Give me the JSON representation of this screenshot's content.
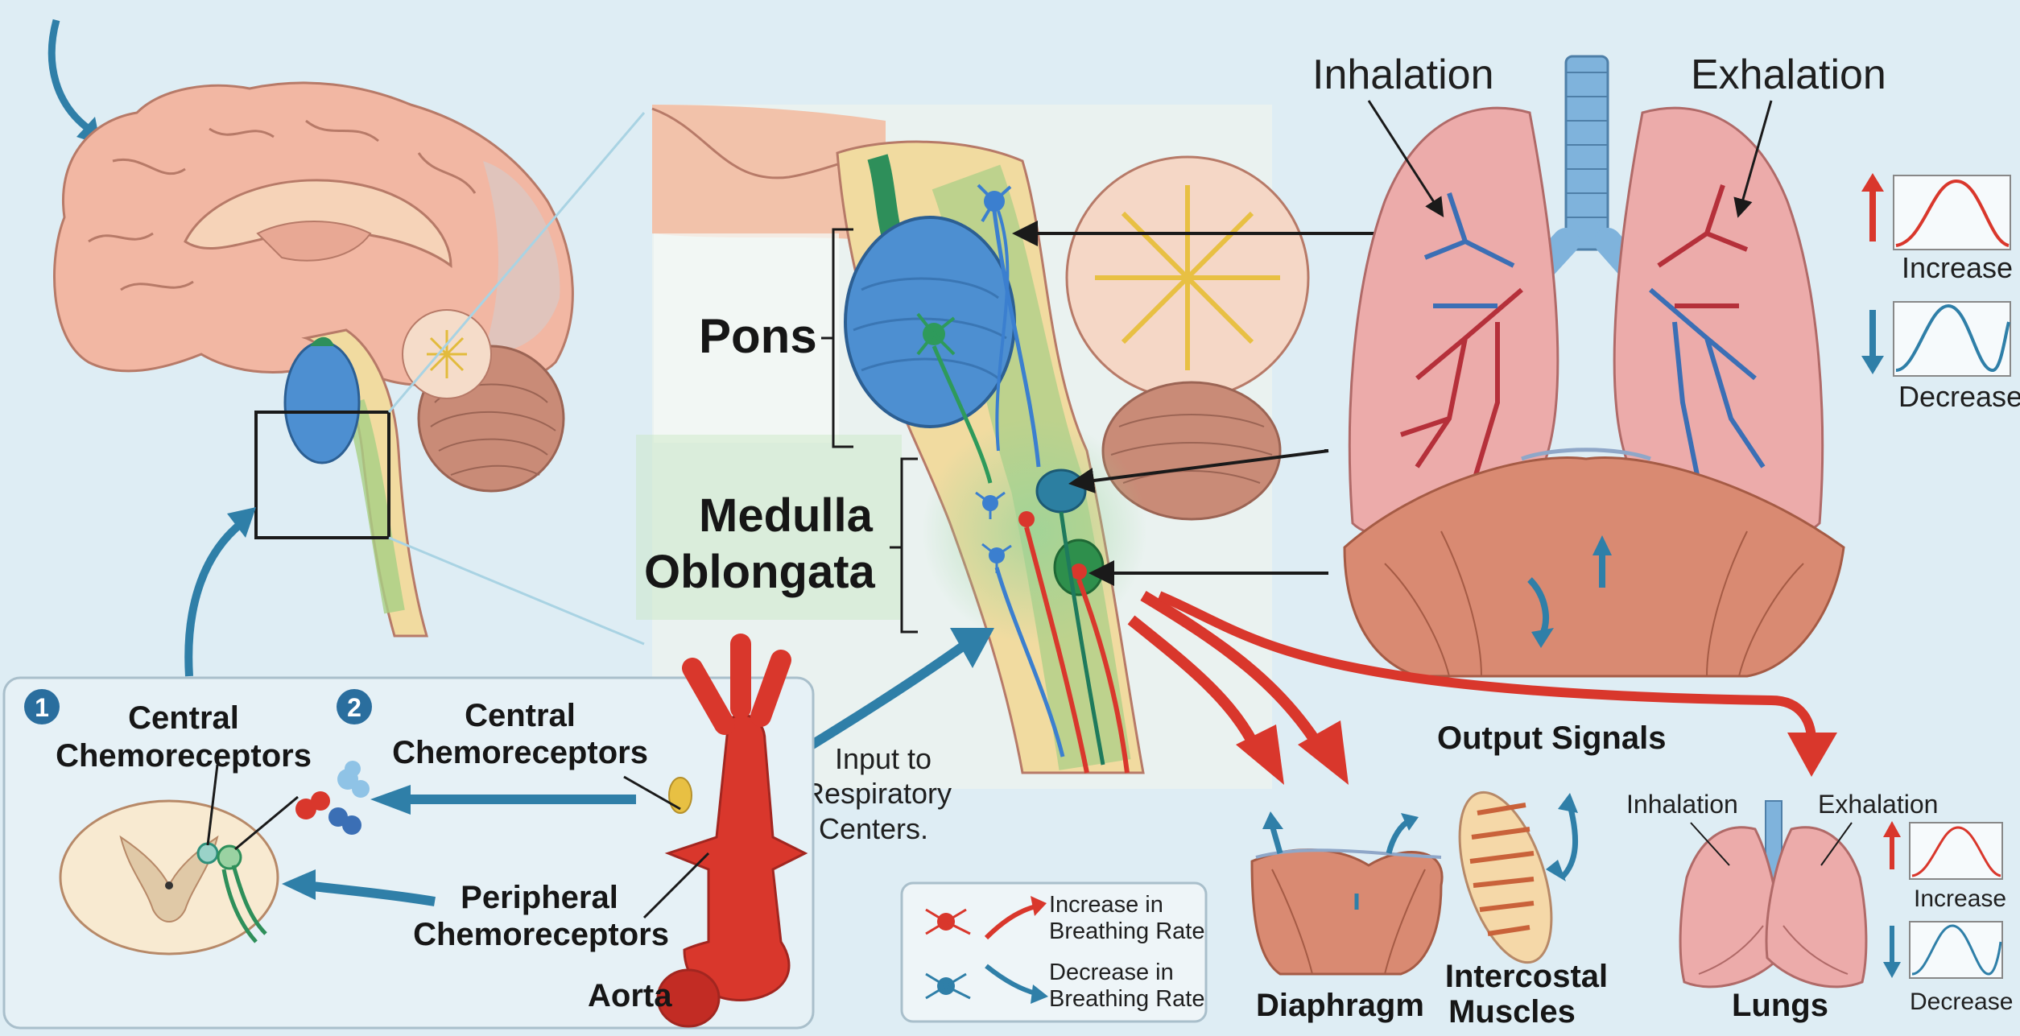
{
  "labels": {
    "pons": "Pons",
    "medulla_1": "Medulla",
    "medulla_2": "Oblongata",
    "inhalation": "Inhalation",
    "exhalation": "Exhalation",
    "increase": "Increase",
    "decrease": "Decrease",
    "output_signals": "Output Signals",
    "diaphragm": "Diaphragm",
    "intercostal_1": "Intercostal",
    "intercostal_2": "Muscles",
    "lungs": "Lungs",
    "aorta": "Aorta",
    "input_1": "Input to",
    "input_2": "Respiratory",
    "input_3": "Centers."
  },
  "chemo_box": {
    "step1_num": "1",
    "step2_num": "2",
    "central1_a": "Central",
    "central1_b": "Chemoreceptors",
    "central2_a": "Central",
    "central2_b": "Chemoreceptors",
    "peripheral_a": "Peripheral",
    "peripheral_b": "Chemoreceptors"
  },
  "legend": {
    "increase_1": "Increase in",
    "increase_2": "Breathing Rate",
    "decrease_1": "Decrease in",
    "decrease_2": "Breathing Rate"
  },
  "small_lungs": {
    "inhalation": "Inhalation",
    "exhalation": "Exhalation",
    "increase": "Increase",
    "decrease": "Decrease"
  },
  "colors": {
    "background": "#deedf4",
    "arrow_blue": "#2f7fa8",
    "arrow_red": "#d9372c",
    "neuron_blue": "#2f6fb3",
    "neuron_green": "#2e9a5b",
    "lung_pink": "#ecabaa",
    "muscle": "#d98a72"
  }
}
